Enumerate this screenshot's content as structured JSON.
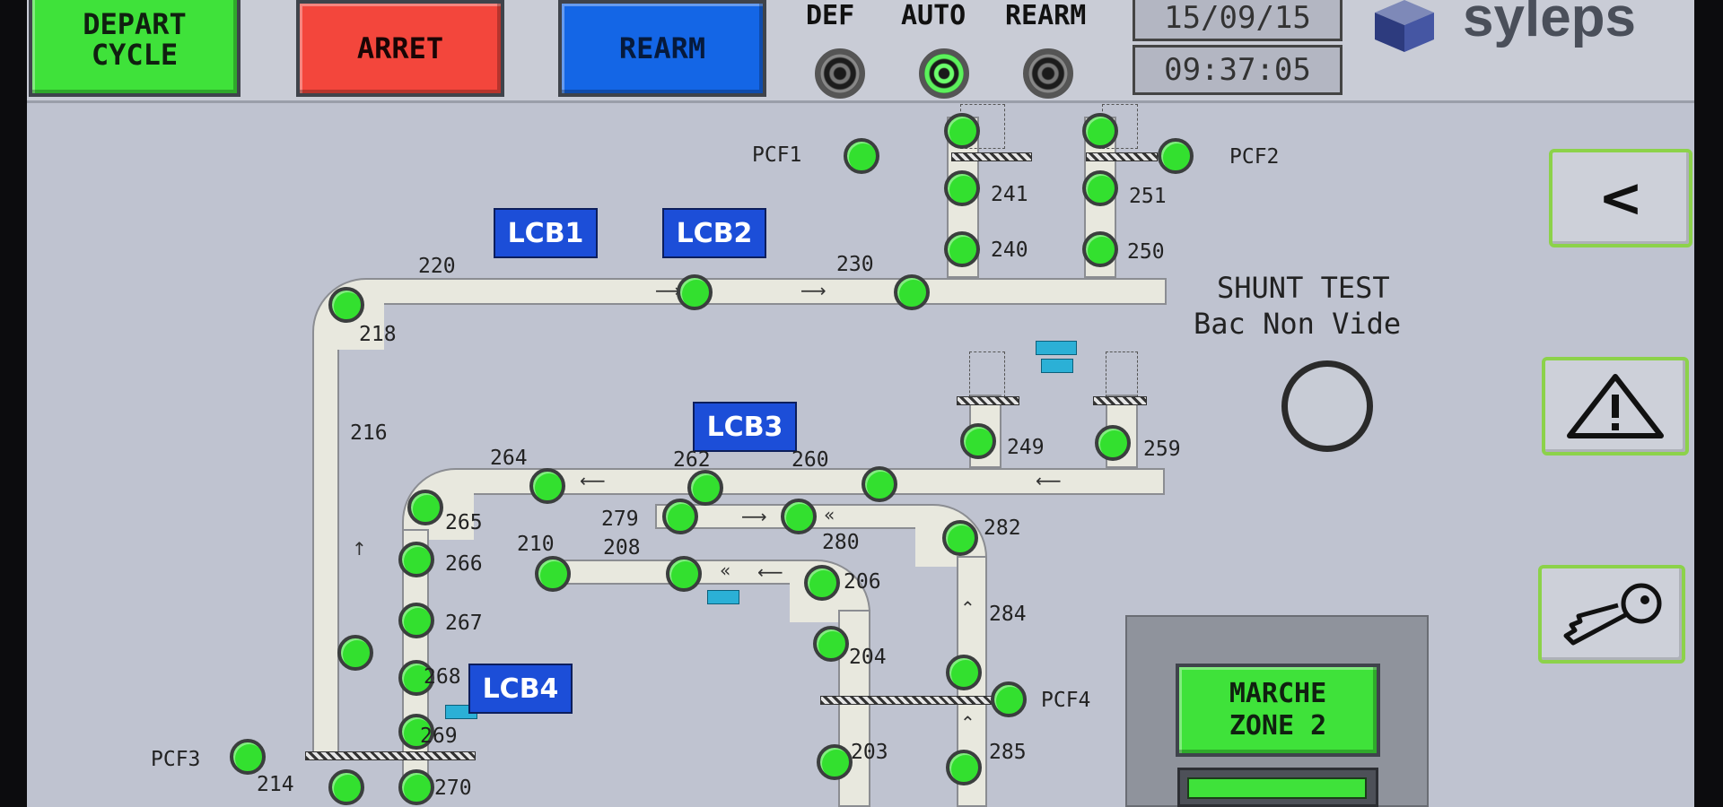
{
  "header": {
    "buttons": {
      "depart_cycle": "DEPART\nCYCLE",
      "arret": "ARRET",
      "rearm": "REARM"
    },
    "lamps": [
      {
        "label": "DEF",
        "state": "off"
      },
      {
        "label": "AUTO",
        "state": "on"
      },
      {
        "label": "REARM",
        "state": "off"
      }
    ],
    "date": "15/09/15",
    "time": "09:37:05",
    "logo_text": "syleps"
  },
  "shunt": {
    "title": "SHUNT TEST",
    "subtitle": "Bac Non Vide"
  },
  "zone": {
    "button_label": "MARCHE\nZONE 2"
  },
  "lcb_labels": [
    "LCB1",
    "LCB2",
    "LCB3",
    "LCB4"
  ],
  "positions": {
    "pcf1": "PCF1",
    "pcf2": "PCF2",
    "pcf3": "PCF3",
    "pcf4": "PCF4",
    "n203": "203",
    "n204": "204",
    "n206": "206",
    "n208": "208",
    "n210": "210",
    "n214": "214",
    "n216": "216",
    "n218": "218",
    "n220": "220",
    "n230": "230",
    "n240": "240",
    "n241": "241",
    "n249": "249",
    "n250": "250",
    "n251": "251",
    "n259": "259",
    "n260": "260",
    "n262": "262",
    "n264": "264",
    "n265": "265",
    "n266": "266",
    "n267": "267",
    "n268": "268",
    "n269": "269",
    "n270": "270",
    "n279": "279",
    "n280": "280",
    "n282": "282",
    "n284": "284",
    "n285": "285"
  },
  "side_nav": [
    {
      "name": "back",
      "glyph": "<"
    },
    {
      "name": "alarm",
      "glyph": "!"
    },
    {
      "name": "key",
      "glyph": "key"
    }
  ],
  "colors": {
    "node_on": "#33e02f",
    "lcb_blue": "#1c4ed8",
    "screen_bg": "#bfc3d0"
  }
}
